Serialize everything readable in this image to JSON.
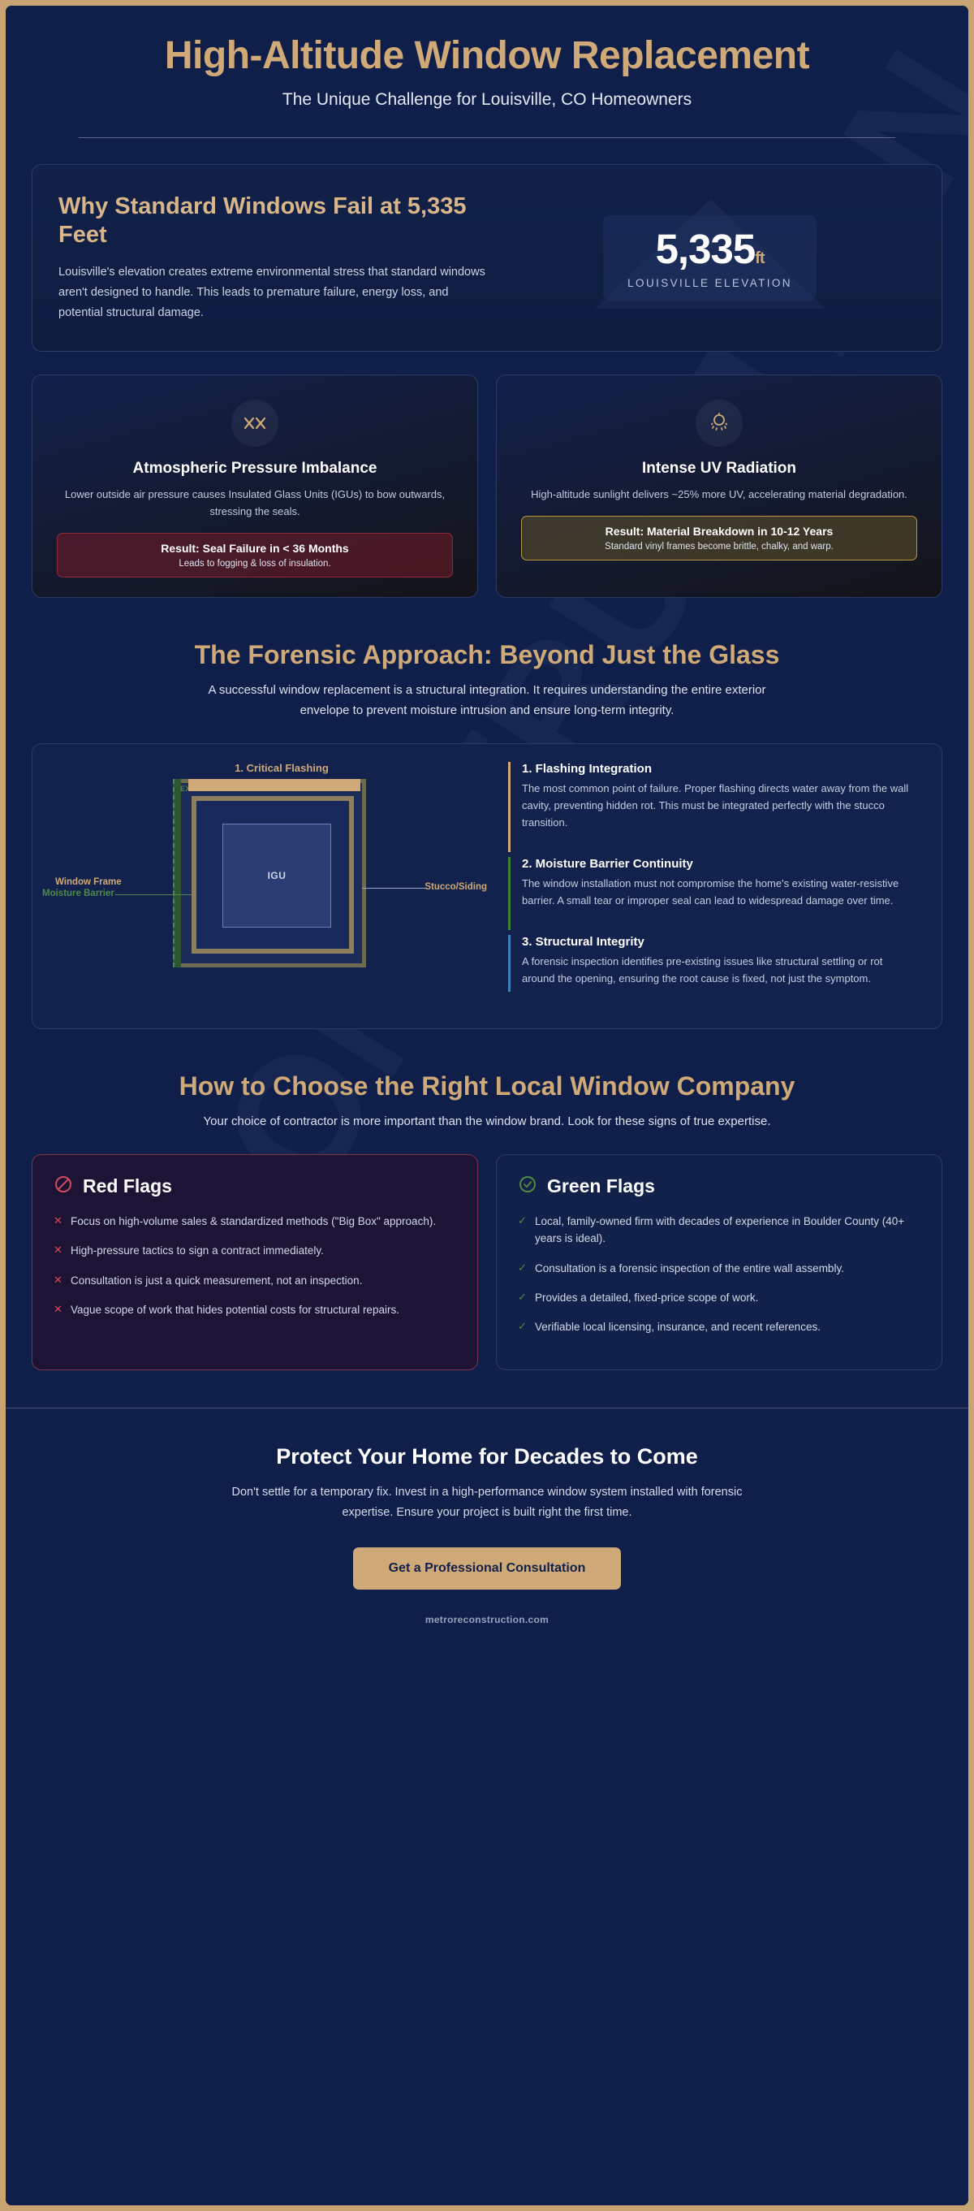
{
  "header": {
    "title": "High-Altitude Window Replacement",
    "subtitle": "The Unique Challenge for Louisville, CO Homeowners"
  },
  "watermark": "CONSTRUCTION",
  "hero": {
    "heading": "Why Standard Windows Fail at 5,335 Feet",
    "body": "Louisville's elevation creates extreme environmental stress that standard windows aren't designed to handle. This leads to premature failure, energy loss, and potential structural damage.",
    "elevation_value": "5,335",
    "elevation_unit": "ft",
    "elevation_label": "LOUISVILLE ELEVATION"
  },
  "features": [
    {
      "icon": "pressure-imbalance-icon",
      "title": "Atmospheric Pressure Imbalance",
      "body": "Lower outside air pressure causes Insulated Glass Units (IGUs) to bow outwards, stressing the seals.",
      "result_title": "Result: Seal Failure in < 36 Months",
      "result_sub": "Leads to fogging & loss of insulation.",
      "result_style": "red"
    },
    {
      "icon": "uv-sun-icon",
      "title": "Intense UV Radiation",
      "body": "High-altitude sunlight delivers ~25% more UV, accelerating material degradation.",
      "result_title": "Result: Material Breakdown in 10-12 Years",
      "result_sub": "Standard vinyl frames become brittle, chalky, and warp.",
      "result_style": "gold"
    }
  ],
  "forensic": {
    "heading": "The Forensic Approach: Beyond Just the Glass",
    "body": "A successful window replacement is a structural integration. It requires understanding the entire exterior envelope to prevent moisture intrusion and ensure long-term integrity."
  },
  "diagram": {
    "flashing_label": "1. Critical Flashing",
    "ext_label": "EXT",
    "igu_label": "IGU",
    "window_frame_label": "Window Frame",
    "moisture_barrier_label": "Moisture Barrier",
    "stucco_label": "Stucco/Siding"
  },
  "steps": [
    {
      "title": "1. Flashing Integration",
      "body": "The most common point of failure. Proper flashing directs water away from the wall cavity, preventing hidden rot. This must be integrated perfectly with the stucco transition.",
      "accent": "#cfa977"
    },
    {
      "title": "2. Moisture Barrier Continuity",
      "body": "The window installation must not compromise the home's existing water-resistive barrier. A small tear or improper seal can lead to widespread damage over time.",
      "accent": "#3f7f3a"
    },
    {
      "title": "3. Structural Integrity",
      "body": "A forensic inspection identifies pre-existing issues like structural settling or rot around the opening, ensuring the root cause is fixed, not just the symptom.",
      "accent": "#3f7fc0"
    }
  ],
  "choose": {
    "heading": "How to Choose the Right Local Window Company",
    "body": "Your choice of contractor is more important than the window brand. Look for these signs of true expertise."
  },
  "red_flags": {
    "title": "Red Flags",
    "icon": "prohibited-icon",
    "marker": "✕",
    "items": [
      "Focus on high-volume sales & standardized methods (\"Big Box\" approach).",
      "High-pressure tactics to sign a contract immediately.",
      "Consultation is just a quick measurement, not an inspection.",
      "Vague scope of work that hides potential costs for structural repairs."
    ]
  },
  "green_flags": {
    "title": "Green Flags",
    "icon": "check-circle-icon",
    "marker": "✓",
    "items": [
      "Local, family-owned firm with decades of experience in Boulder County (40+ years is ideal).",
      "Consultation is a forensic inspection of the entire wall assembly.",
      "Provides a detailed, fixed-price scope of work.",
      "Verifiable local licensing, insurance, and recent references."
    ]
  },
  "footer": {
    "heading": "Protect Your Home for Decades to Come",
    "body": "Don't settle for a temporary fix. Invest in a high-performance window system installed with forensic expertise. Ensure your project is built right the first time.",
    "cta_label": "Get a Professional Consultation",
    "site": "metroreconstruction.com"
  },
  "colors": {
    "background": "#101f4a",
    "border": "#c8a475",
    "accent_gold": "#cfa977",
    "red": "#d14a5e",
    "green": "#4f8a42",
    "blue": "#3f7fc0"
  }
}
